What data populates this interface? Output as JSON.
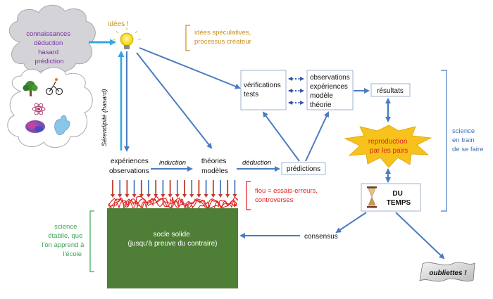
{
  "colors": {
    "arrow": "#4a7cc0",
    "purple": "#7b2fa3",
    "gold": "#c9901a",
    "red": "#e02020",
    "green": "#3aa655",
    "blue_text": "#3d6fb5",
    "socle": "#4f7f36",
    "burst": "#f7c21c",
    "burst_text": "#d9261c",
    "cloud_grey": "#d4d4d8"
  },
  "cloud": {
    "lines": [
      "connaissances",
      "déduction",
      "hasard",
      "prédiction"
    ]
  },
  "idea": {
    "label": "idées !"
  },
  "speculative": {
    "lines": [
      "idées spéculatives,",
      "processus créateur"
    ]
  },
  "serendipity": {
    "label": "Sérendipité (hasard)"
  },
  "experiences": {
    "lines": [
      "expériences",
      "observations"
    ]
  },
  "induction": {
    "label": "induction"
  },
  "theories": {
    "lines": [
      "théories",
      "modèles"
    ]
  },
  "deduction": {
    "label": "déduction"
  },
  "predictions": {
    "label": "prédictions"
  },
  "verifications": {
    "lines": [
      "vérifications",
      "tests"
    ]
  },
  "observations_box": {
    "lines": [
      "observations",
      "expériences",
      "modèle",
      "théorie"
    ]
  },
  "results": {
    "label": "résultats"
  },
  "reproduction": {
    "lines": [
      "reproduction",
      "par les pairs"
    ]
  },
  "time": {
    "lines": [
      "DU",
      "TEMPS"
    ],
    "icon": "hourglass-icon"
  },
  "science_in_progress": {
    "lines": [
      "science",
      "en train",
      "de se faire"
    ]
  },
  "fuzz": {
    "lines": [
      "flou = essais-erreurs,",
      "controverses"
    ]
  },
  "socle": {
    "lines": [
      "socle solide",
      "(jusqu'à preuve du contraire)"
    ]
  },
  "established": {
    "lines": [
      "science",
      "établie, que",
      "l'on apprend à",
      "l'école"
    ]
  },
  "consensus": {
    "label": "consensus"
  },
  "forgotten": {
    "label": "oubliettes !"
  }
}
